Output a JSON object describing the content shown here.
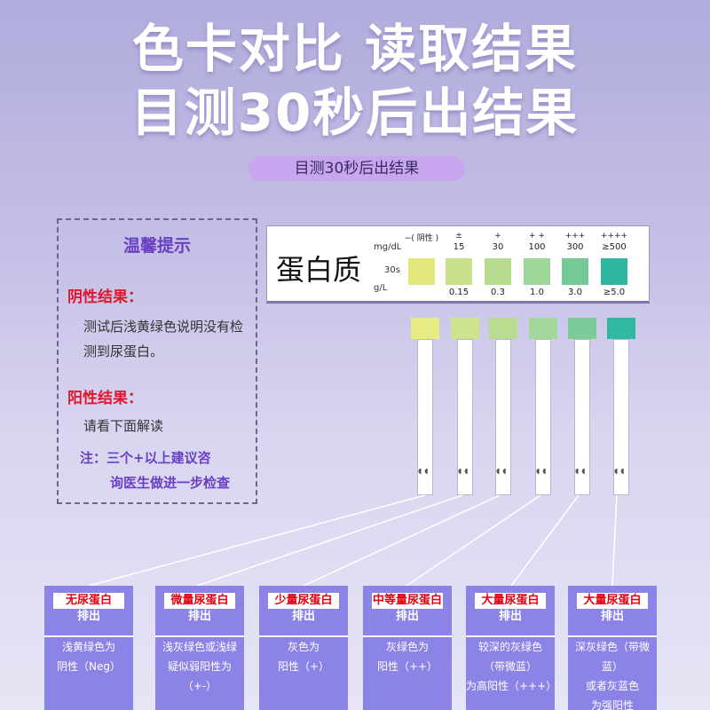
{
  "title": {
    "line1": "色卡对比 读取结果",
    "line2": "目测30秒后出结果"
  },
  "pill_label": "目测30秒后出结果",
  "tips": {
    "heading": "温馨提示",
    "negative_heading": "阴性结果：",
    "negative_body": "测试后浅黄绿色说明没有检测到尿蛋白。",
    "positive_heading": "阳性结果：",
    "positive_body": "请看下面解读",
    "note_line1": "注：三个+以上建议咨",
    "note_line2": "询医生做进一步检查"
  },
  "card": {
    "name": "蛋白质",
    "unit_mg": "mg/dL",
    "unit_time": "30s",
    "unit_g": "g/L",
    "columns": [
      {
        "symbol": "−( 阴性 )",
        "mg": "",
        "gl": "",
        "color": "#e4e87c"
      },
      {
        "symbol": "±",
        "mg": "15",
        "gl": "0.15",
        "color": "#c9e08a"
      },
      {
        "symbol": "+",
        "mg": "30",
        "gl": "0.3",
        "color": "#b7dc8f"
      },
      {
        "symbol": "+ +",
        "mg": "100",
        "gl": "1.0",
        "color": "#9fd69a"
      },
      {
        "symbol": "+++",
        "mg": "300",
        "gl": "3.0",
        "color": "#74c995"
      },
      {
        "symbol": "++++",
        "mg": "≥500",
        "gl": "≥5.0",
        "color": "#2fb7a0"
      }
    ]
  },
  "strips": [
    {
      "color": "#e7ec82"
    },
    {
      "color": "#cde38e"
    },
    {
      "color": "#b9dc90"
    },
    {
      "color": "#a3d89c"
    },
    {
      "color": "#7bcc98"
    },
    {
      "color": "#31b8a2"
    }
  ],
  "results": [
    {
      "title1": "无尿蛋白",
      "title2": "排出",
      "lines": [
        "浅黄绿色为",
        "阴性（Neg）"
      ]
    },
    {
      "title1": "微量尿蛋白",
      "title2": "排出",
      "lines": [
        "浅灰绿色或浅绿",
        "疑似弱阳性为",
        "（+-）"
      ]
    },
    {
      "title1": "少量尿蛋白",
      "title2": "排出",
      "lines": [
        "灰色为",
        "阳性（+）"
      ]
    },
    {
      "title1": "中等量尿蛋白",
      "title2": "排出",
      "lines": [
        "灰绿色为",
        "阳性（++）"
      ]
    },
    {
      "title1": "大量尿蛋白",
      "title2": "排出",
      "lines": [
        "较深的灰绿色",
        "（带微蓝）",
        "为高阳性（+++）"
      ]
    },
    {
      "title1": "大量尿蛋白",
      "title2": "排出",
      "lines": [
        "深灰绿色（带微蓝）",
        "或者灰蓝色",
        "为强阳性（++++）"
      ]
    }
  ],
  "colors": {
    "accent_purple": "#6a3fc4",
    "positive_red": "#e0162e",
    "result_box": "#8b83e6"
  }
}
